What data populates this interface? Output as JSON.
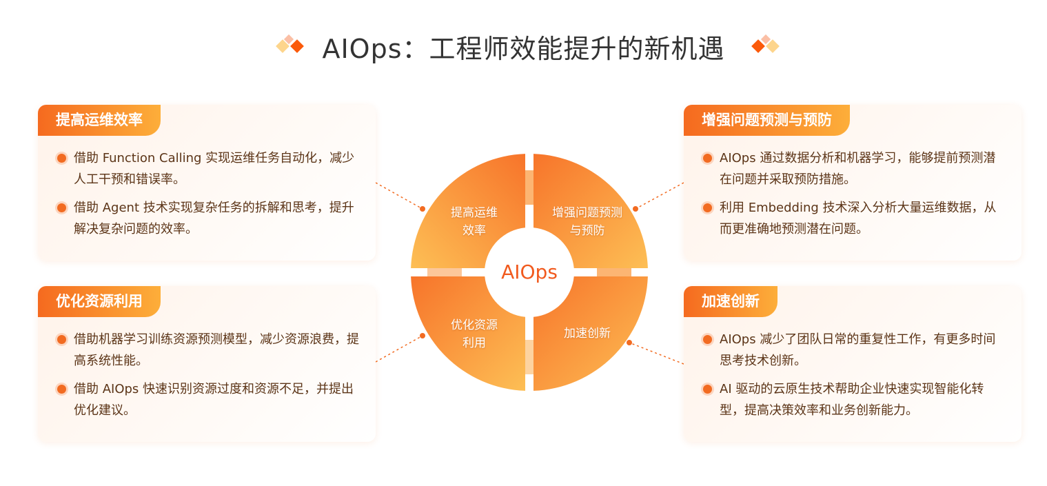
{
  "title": "AIOps：工程师效能提升的新机遇",
  "center_label": "AIOps",
  "colors": {
    "accent": "#f26b21",
    "light": "#fdb94a",
    "text": "#5b3417"
  },
  "quadrants": [
    {
      "label_line1": "提高运维",
      "label_line2": "效率"
    },
    {
      "label_line1": "增强问题预测",
      "label_line2": "与预防"
    },
    {
      "label_line1": "优化资源",
      "label_line2": "利用"
    },
    {
      "label_line1": "加速创新",
      "label_line2": ""
    }
  ],
  "cards": [
    {
      "title": "提高运维效率",
      "items": [
        "借助 Function Calling 实现运维任务自动化，减少人工干预和错误率。",
        "借助 Agent 技术实现复杂任务的拆解和思考，提升解决复杂问题的效率。"
      ]
    },
    {
      "title": "增强问题预测与预防",
      "items": [
        "AIOps 通过数据分析和机器学习，能够提前预测潜在问题并采取预防措施。",
        "利用 Embedding 技术深入分析大量运维数据，从而更准确地预测潜在问题。"
      ]
    },
    {
      "title": "优化资源利用",
      "items": [
        "借助机器学习训练资源预测模型，减少资源浪费，提高系统性能。",
        "借助 AIOps 快速识别资源过度和资源不足，并提出优化建议。"
      ]
    },
    {
      "title": "加速创新",
      "items": [
        "AIOps 减少了团队日常的重复性工作，有更多时间思考技术创新。",
        "AI 驱动的云原生技术帮助企业快速实现智能化转型，提高决策效率和业务创新能力。"
      ]
    }
  ]
}
